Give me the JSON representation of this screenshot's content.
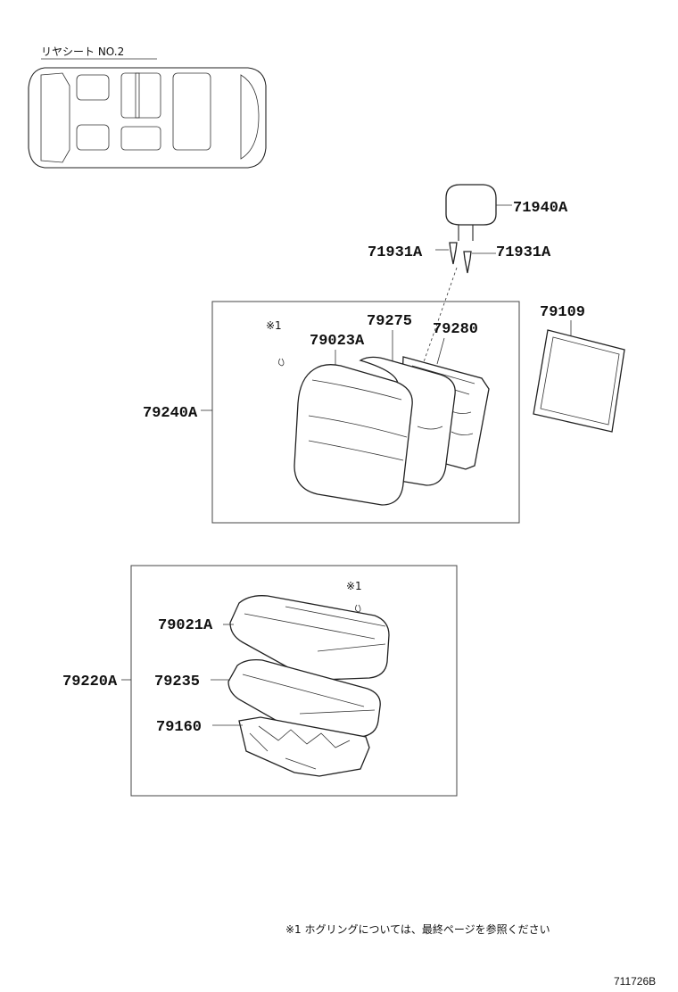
{
  "inset": {
    "title": "リヤシート NO.2"
  },
  "labels": {
    "headrest": "71940A",
    "support_left": "71931A",
    "support_right": "71931A",
    "cover_back": "79109",
    "back_assy": "79240A",
    "back_cover": "79023A",
    "back_pad": "79275",
    "back_frame": "79280",
    "hogring_back": "※1",
    "cushion_assy": "79220A",
    "cushion_cover": "79021A",
    "cushion_pad": "79235",
    "cushion_frame": "79160",
    "hogring_cushion": "※1"
  },
  "footnote": "※1  ホグリングについては、最終ページを参照ください",
  "drawing_code": "711726B"
}
